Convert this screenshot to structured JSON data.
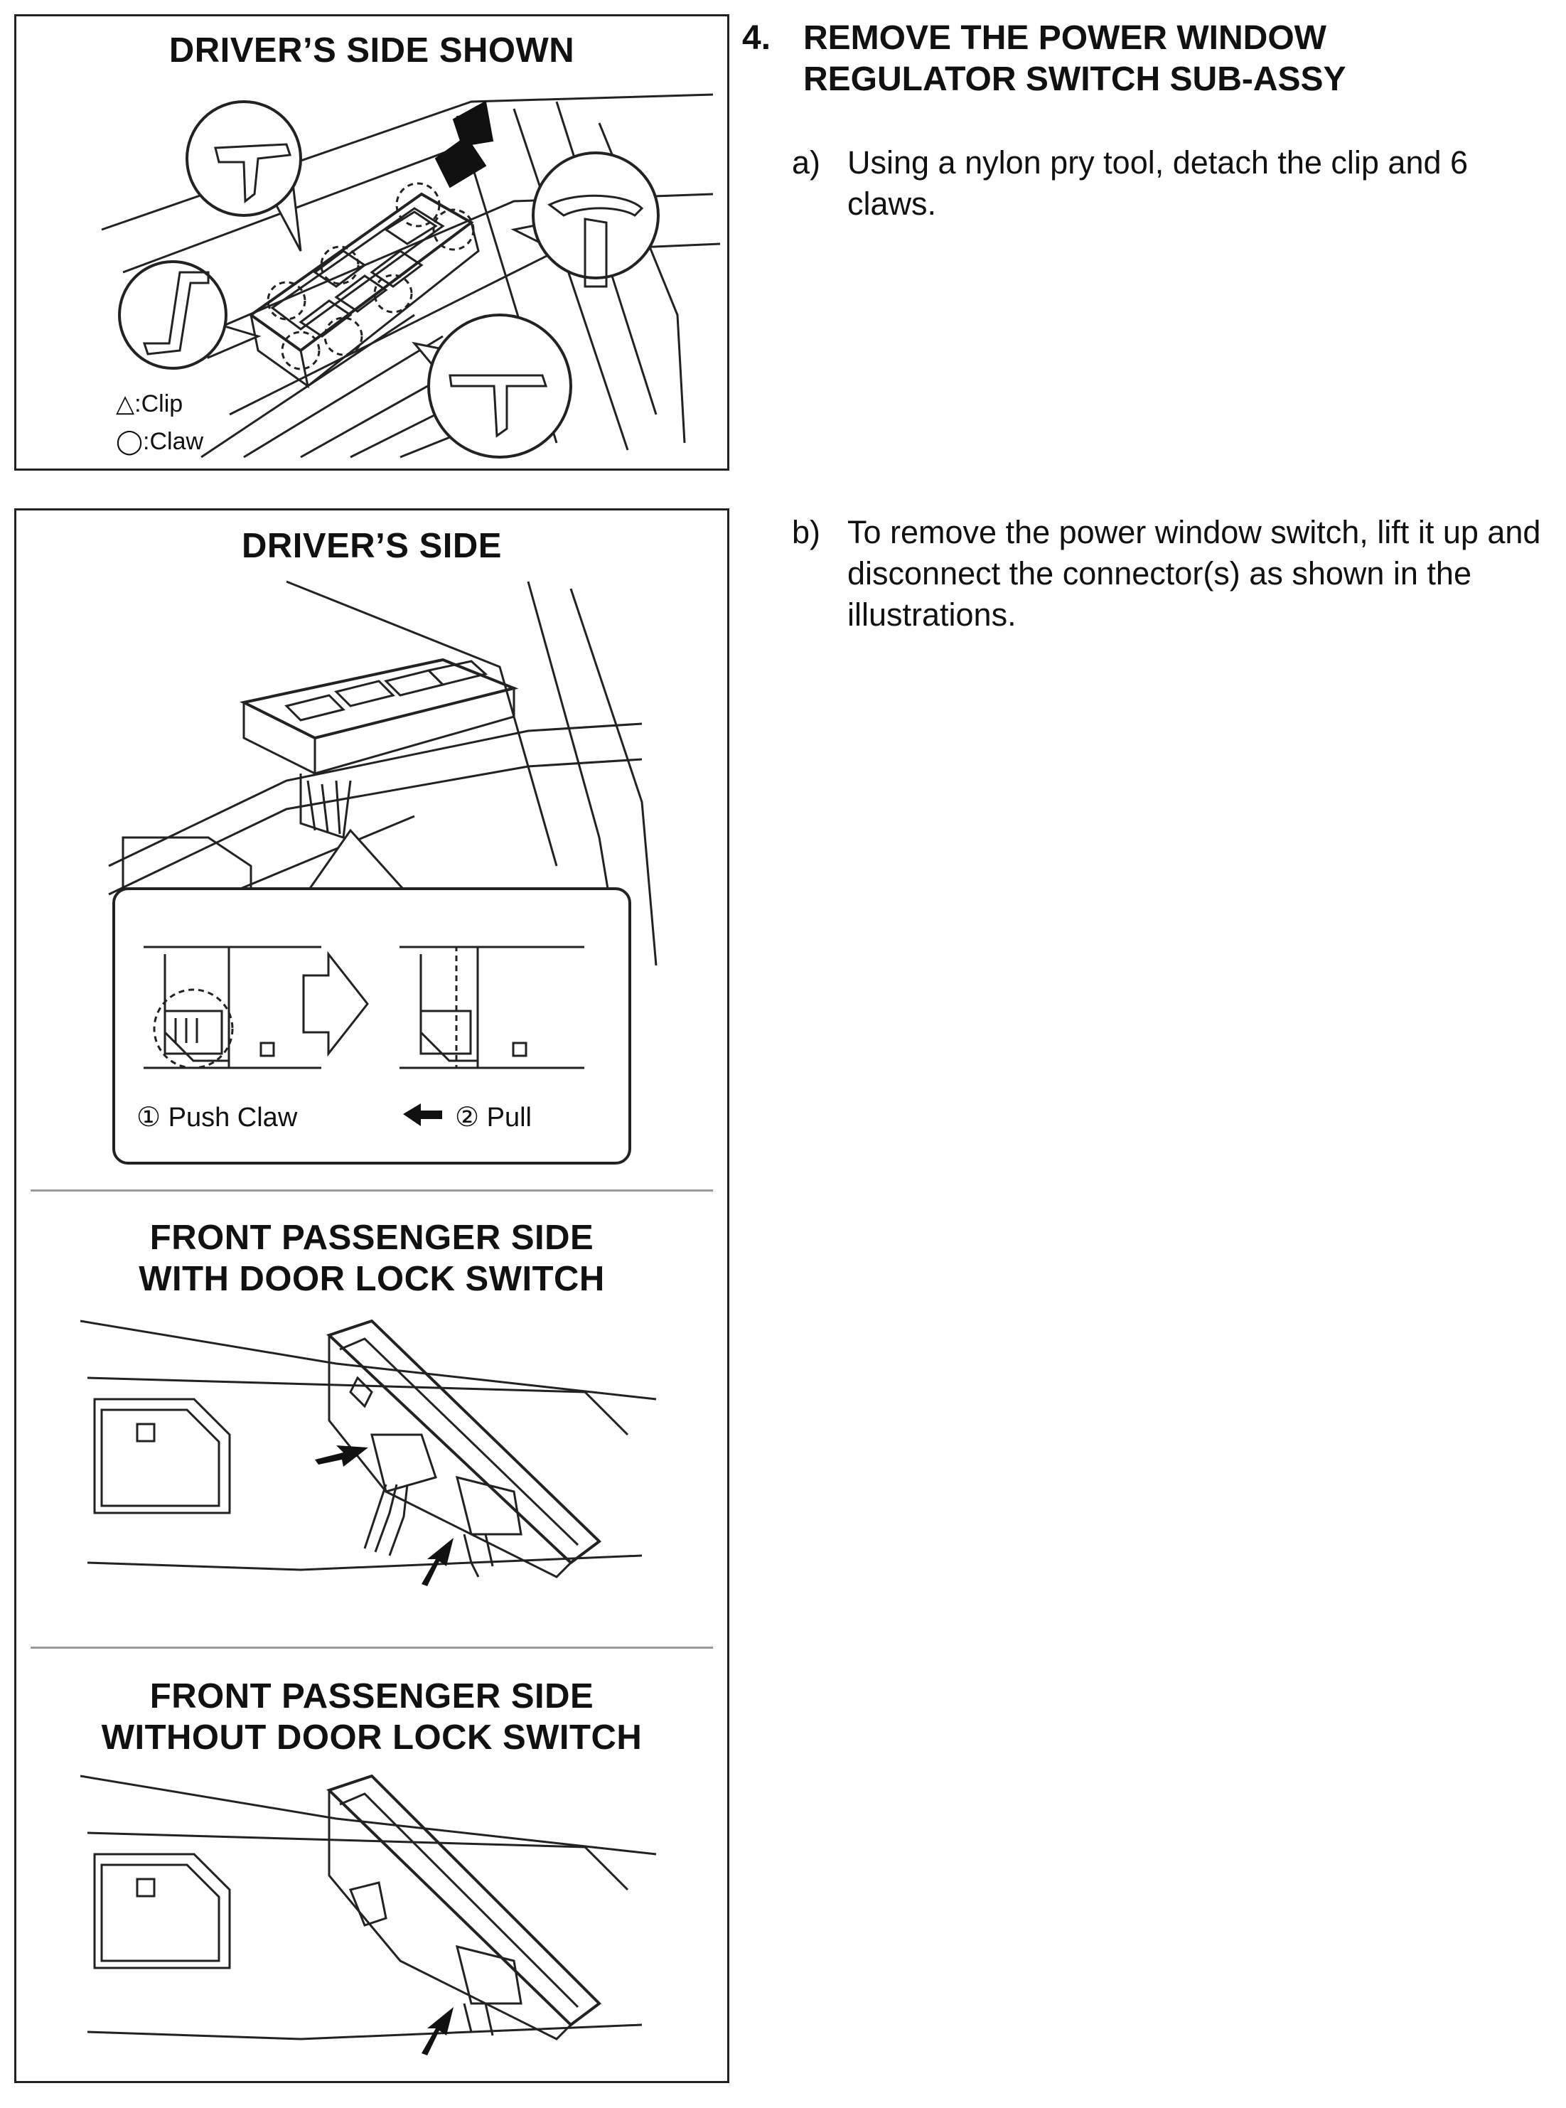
{
  "figure1": {
    "title": "DRIVER’S SIDE SHOWN",
    "legend_clip": "△:Clip",
    "legend_claw": "◯:Claw"
  },
  "figure2": {
    "title_driver": "DRIVER’S SIDE",
    "caption_push": "① Push Claw",
    "caption_pull": "② Pull",
    "title_with_lock_1": "FRONT PASSENGER SIDE",
    "title_with_lock_2": "WITH DOOR LOCK SWITCH",
    "title_without_lock_1": "FRONT PASSENGER SIDE",
    "title_without_lock_2": "WITHOUT DOOR LOCK SWITCH"
  },
  "instructions": {
    "step_number": "4.",
    "step_title_line1": "REMOVE THE POWER WINDOW",
    "step_title_line2": "REGULATOR SWITCH SUB-ASSY",
    "a_label": "a)",
    "a_text": "Using a nylon pry tool, detach the clip and 6 claws.",
    "b_label": "b)",
    "b_text": "To remove the power window switch, lift it up and disconnect the connector(s) as shown in the illustrations."
  },
  "icons": [
    "up-arrow-icon",
    "right-arrow-icon",
    "left-arrow-icon",
    "connector-arrow-icon"
  ]
}
